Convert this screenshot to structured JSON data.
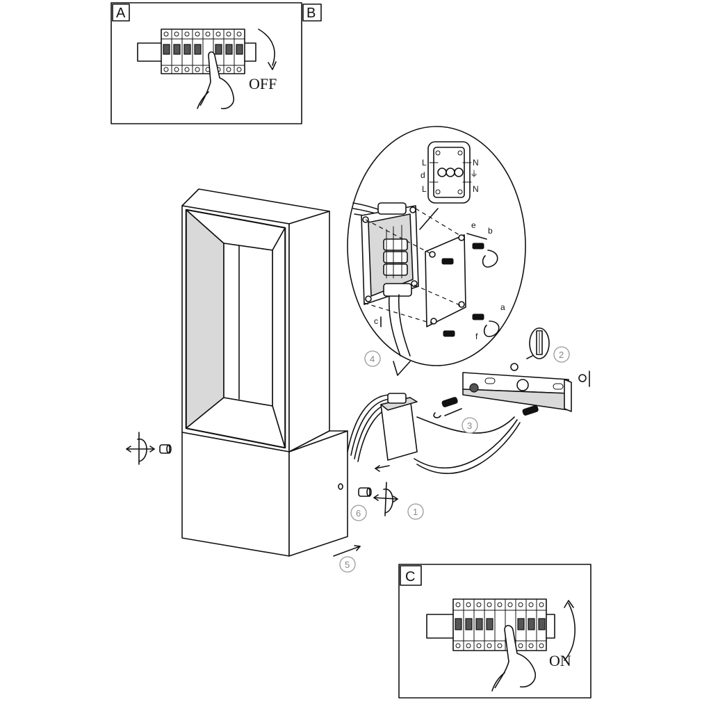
{
  "panels": {
    "a": {
      "letter": "A"
    },
    "b": {
      "letter": "B",
      "switch_label": "OFF"
    },
    "c": {
      "letter": "C",
      "switch_label": "ON"
    }
  },
  "steps": [
    "1",
    "2",
    "3",
    "4",
    "5",
    "6"
  ],
  "terminal_labels": {
    "line_top": "L",
    "neutral_top": "N",
    "line_bottom": "L",
    "neutral_bottom": "N",
    "earth": "⏚",
    "d": "d"
  },
  "motion_labels": {
    "a": "a",
    "b": "b",
    "c": "c",
    "e": "e",
    "f": "f"
  }
}
